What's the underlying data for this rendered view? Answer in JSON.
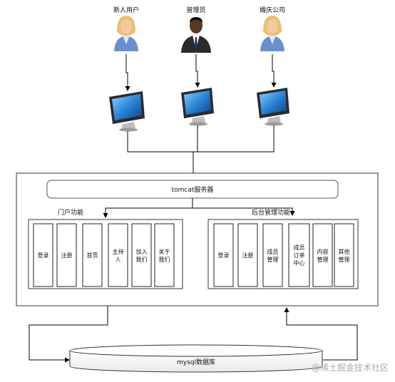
{
  "actors": [
    {
      "label": "新人用户",
      "icon": "female-user-icon"
    },
    {
      "label": "管理员",
      "icon": "admin-user-icon"
    },
    {
      "label": "婚庆公司",
      "icon": "female-user-icon"
    }
  ],
  "server": {
    "label": "tomcat服务器"
  },
  "portal": {
    "label": "门户功能",
    "modules": [
      "登录",
      "注册",
      "首页",
      "主持人",
      "加入我们",
      "关于我们"
    ]
  },
  "admin": {
    "label": "后台管理功能",
    "modules": [
      "登录",
      "注册",
      "成员管理",
      "成员订单中心",
      "内容管理",
      "其他管理"
    ]
  },
  "database": {
    "label": "mysql数据库"
  },
  "watermark": "@稀土掘金技术社区",
  "colors": {
    "line": "#000000",
    "frame": "#333333",
    "skin": "#f2c9a0",
    "hair": "#e8c26a",
    "shirt": "#6a8fd0",
    "monitor": "#1f6fbf"
  }
}
